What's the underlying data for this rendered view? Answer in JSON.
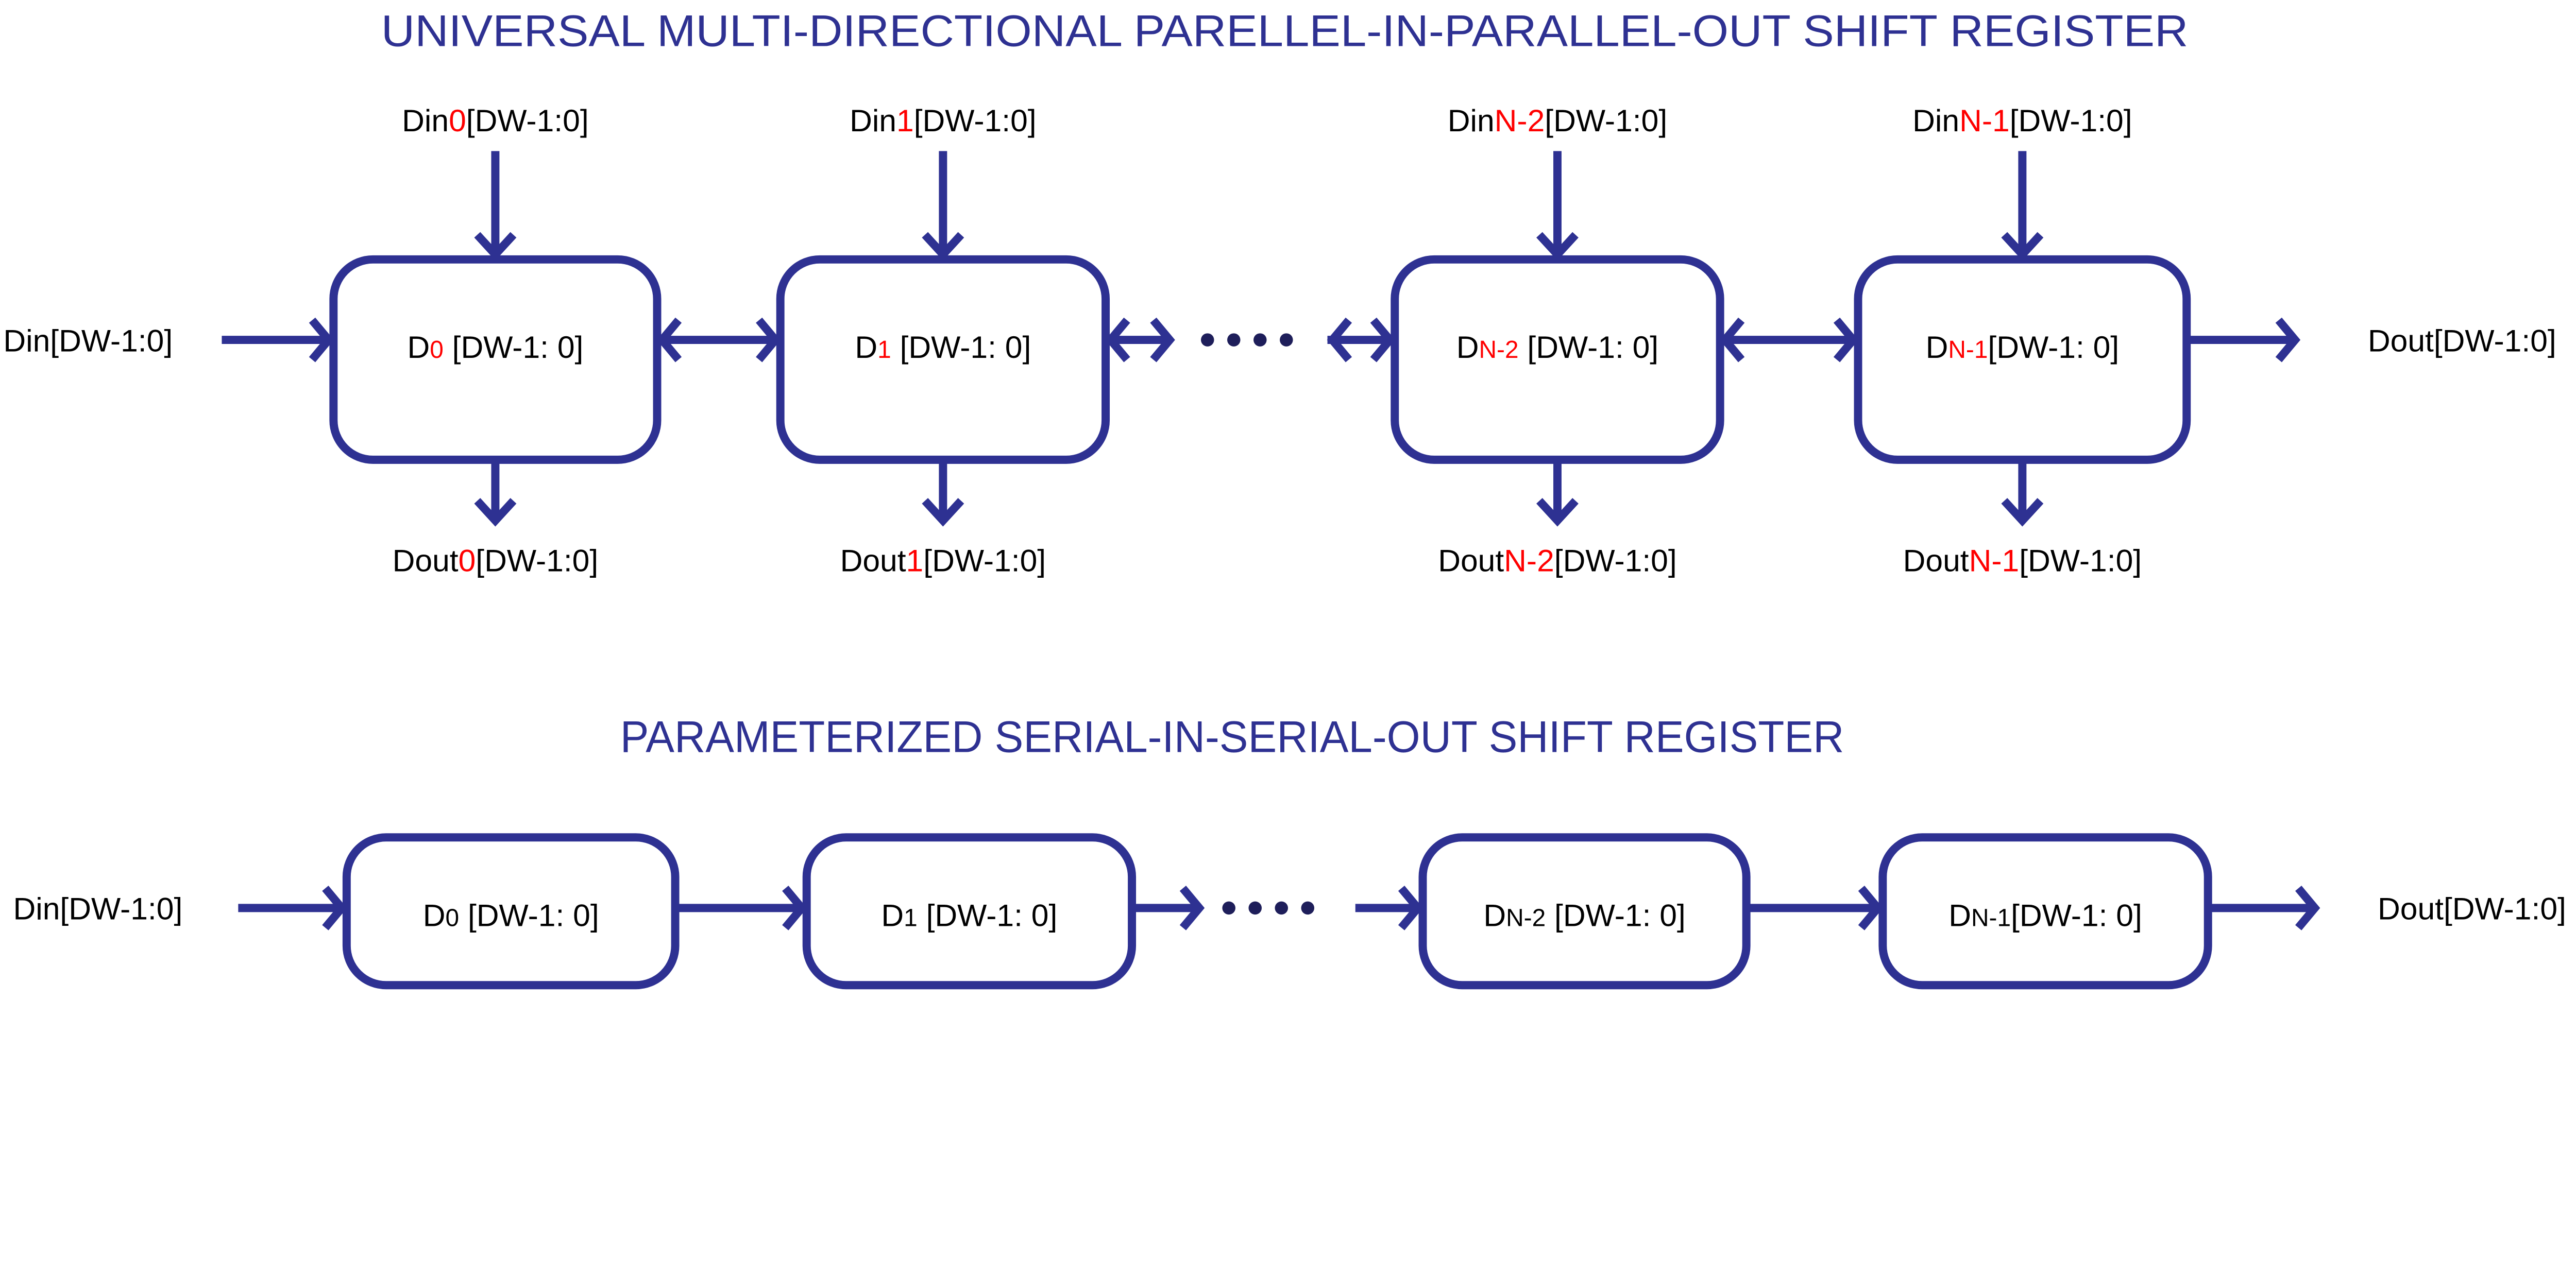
{
  "colors": {
    "accent": "#2e3192",
    "index": "#ff0000",
    "text": "#000000"
  },
  "parallel": {
    "title": "UNIVERSAL MULTI-DIRECTIONAL PARELLEL-IN-PARALLEL-OUT SHIFT REGISTER",
    "input_label": "Din[DW-1:0]",
    "output_label": "Dout[DW-1:0]",
    "stages": [
      {
        "reg": "D",
        "idx": "0",
        "range": " [DW-1: 0]",
        "din": "Din",
        "dout": "Dout",
        "bus": "[DW-1:0]"
      },
      {
        "reg": "D",
        "idx": "1",
        "range": " [DW-1: 0]",
        "din": "Din",
        "dout": "Dout",
        "bus": "[DW-1:0]"
      },
      {
        "reg": "D",
        "idx": "N-2",
        "range": " [DW-1: 0]",
        "din": "Din",
        "dout": "Dout",
        "bus": "[DW-1:0]"
      },
      {
        "reg": "D",
        "idx": "N-1",
        "range": "[DW-1: 0]",
        "din": "Din",
        "dout": "Dout",
        "bus": "[DW-1:0]"
      }
    ]
  },
  "serial": {
    "title": "PARAMETERIZED SERIAL-IN-SERIAL-OUT SHIFT REGISTER",
    "input_label": "Din[DW-1:0]",
    "output_label": "Dout[DW-1:0]",
    "stages": [
      {
        "reg": "D",
        "idx": "0",
        "range": " [DW-1: 0]"
      },
      {
        "reg": "D",
        "idx": "1",
        "range": " [DW-1: 0]"
      },
      {
        "reg": "D",
        "idx": "N-2",
        "range": " [DW-1: 0]"
      },
      {
        "reg": "D",
        "idx": "N-1",
        "range": "[DW-1: 0]"
      }
    ]
  }
}
